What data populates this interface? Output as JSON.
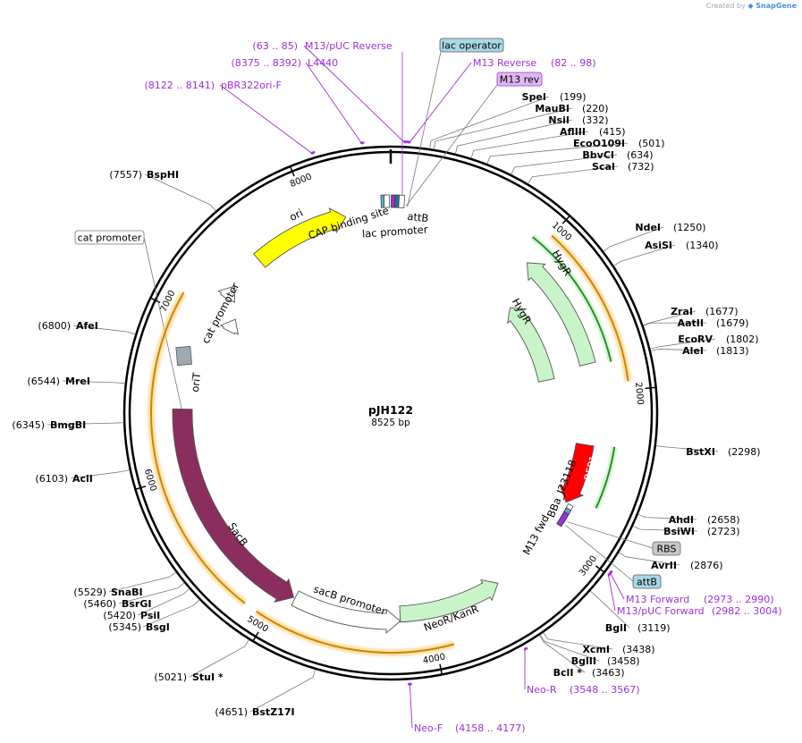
{
  "brand": {
    "prefix": "Created by",
    "name": "SnapGene"
  },
  "plasmid": {
    "name": "pJH122",
    "length_label": "8525 bp",
    "length": 8525
  },
  "colors": {
    "backbone": "#000000",
    "primer": "#9b30d6",
    "enzyme": "#000000",
    "leader": "#777777"
  },
  "ticks": [
    {
      "pos": 1000,
      "label": "1000"
    },
    {
      "pos": 2000,
      "label": "2000"
    },
    {
      "pos": 3000,
      "label": "3000"
    },
    {
      "pos": 4000,
      "label": "4000"
    },
    {
      "pos": 5000,
      "label": "5000"
    },
    {
      "pos": 6000,
      "label": "6000"
    },
    {
      "pos": 7000,
      "label": "7000"
    },
    {
      "pos": 8000,
      "label": "8000"
    }
  ],
  "enzymes": [
    {
      "name": "SpeI",
      "pos": "(199)",
      "side": "R"
    },
    {
      "name": "MauBI",
      "pos": "(220)",
      "side": "R"
    },
    {
      "name": "NsiI",
      "pos": "(332)",
      "side": "R"
    },
    {
      "name": "AflIII",
      "pos": "(415)",
      "side": "R"
    },
    {
      "name": "EcoO109I",
      "pos": "(501)",
      "side": "R"
    },
    {
      "name": "BbvCI",
      "pos": "(634)",
      "side": "R"
    },
    {
      "name": "ScaI",
      "pos": "(732)",
      "side": "R"
    },
    {
      "name": "NdeI",
      "pos": "(1250)",
      "side": "R"
    },
    {
      "name": "AsiSI",
      "pos": "(1340)",
      "side": "R"
    },
    {
      "name": "ZraI",
      "pos": "(1677)",
      "side": "R"
    },
    {
      "name": "AatII",
      "pos": "(1679)",
      "side": "R"
    },
    {
      "name": "EcoRV",
      "pos": "(1802)",
      "side": "R"
    },
    {
      "name": "AleI",
      "pos": "(1813)",
      "side": "R"
    },
    {
      "name": "BstXI",
      "pos": "(2298)",
      "side": "R"
    },
    {
      "name": "AhdI",
      "pos": "(2658)",
      "side": "R"
    },
    {
      "name": "BsiWI",
      "pos": "(2723)",
      "side": "R"
    },
    {
      "name": "AvrII",
      "pos": "(2876)",
      "side": "R"
    },
    {
      "name": "BglI",
      "pos": "(3119)",
      "side": "R"
    },
    {
      "name": "XcmI",
      "pos": "(3438)",
      "side": "R"
    },
    {
      "name": "BglII",
      "pos": "(3458)",
      "side": "R"
    },
    {
      "name": "BclI *",
      "pos": "(3463)",
      "side": "R"
    },
    {
      "name": "BstZ17I",
      "pos": "(4651)",
      "side": "L"
    },
    {
      "name": "StuI *",
      "pos": "(5021)",
      "side": "L"
    },
    {
      "name": "BsgI",
      "pos": "(5345)",
      "side": "L"
    },
    {
      "name": "PsiI",
      "pos": "(5420)",
      "side": "L"
    },
    {
      "name": "BsrGI",
      "pos": "(5460)",
      "side": "L"
    },
    {
      "name": "SnaBI",
      "pos": "(5529)",
      "side": "L"
    },
    {
      "name": "AclI",
      "pos": "(6103)",
      "side": "L"
    },
    {
      "name": "BmgBI",
      "pos": "(6345)",
      "side": "L"
    },
    {
      "name": "MreI",
      "pos": "(6544)",
      "side": "L"
    },
    {
      "name": "AfeI",
      "pos": "(6800)",
      "side": "L"
    },
    {
      "name": "BspHI",
      "pos": "(7557)",
      "side": "L"
    }
  ],
  "primers": [
    {
      "name": "M13/pUC Reverse",
      "range": "(63 .. 85)",
      "side": "L"
    },
    {
      "name": "L4440",
      "range": "(8375 .. 8392)",
      "side": "L"
    },
    {
      "name": "pBR322ori-F",
      "range": "(8122 .. 8141)",
      "side": "L"
    },
    {
      "name": "M13 Reverse",
      "range": "(82 .. 98)",
      "side": "R"
    },
    {
      "name": "M13 Forward",
      "range": "(2973 .. 2990)",
      "side": "R"
    },
    {
      "name": "M13/pUC Forward",
      "range": "(2982 .. 3004)",
      "side": "R"
    },
    {
      "name": "Neo-R",
      "range": "(3548 .. 3567)",
      "side": "R"
    },
    {
      "name": "Neo-F",
      "range": "(4158 .. 4177)",
      "side": "R"
    }
  ],
  "boxed_labels": [
    {
      "text": "lac operator",
      "fill": "#a8d8e8"
    },
    {
      "text": "M13 rev",
      "fill": "#e0b8f0"
    },
    {
      "text": "cat promoter",
      "fill": "#ffffff"
    },
    {
      "text": "RBS",
      "fill": "#c8c8c8"
    },
    {
      "text": "attB",
      "fill": "#a8d8e8"
    }
  ],
  "features": [
    {
      "name": "ori",
      "color": "#ffff00"
    },
    {
      "name": "HygR",
      "color": "#c8f5c8"
    },
    {
      "name": "HygR",
      "color": "#c8f5c8"
    },
    {
      "name": "mRFP1",
      "color": "#ff0000"
    },
    {
      "name": "NeoR/KanR",
      "color": "#c8f5c8"
    },
    {
      "name": "SacB",
      "color": "#8b2e5f"
    },
    {
      "name": "sacB promoter",
      "color": "#ffffff"
    },
    {
      "name": "cat promoter",
      "color": "#ffffff"
    },
    {
      "name": "oriT",
      "color": "#a0a8b0"
    },
    {
      "name": "CAP binding site",
      "color": "#ffffff"
    },
    {
      "name": "lac promoter",
      "color": "#ffffff"
    },
    {
      "name": "attB",
      "color": "#ffffff"
    },
    {
      "name": "M13 fwd",
      "color": "#ffffff"
    },
    {
      "name": "BBa_J23118",
      "color": "#ffffff"
    }
  ],
  "orfs": [
    {
      "name": "orf-hygR-green",
      "color": "#2e8b2e"
    },
    {
      "name": "orf-rfp-green",
      "color": "#2e8b2e"
    }
  ]
}
